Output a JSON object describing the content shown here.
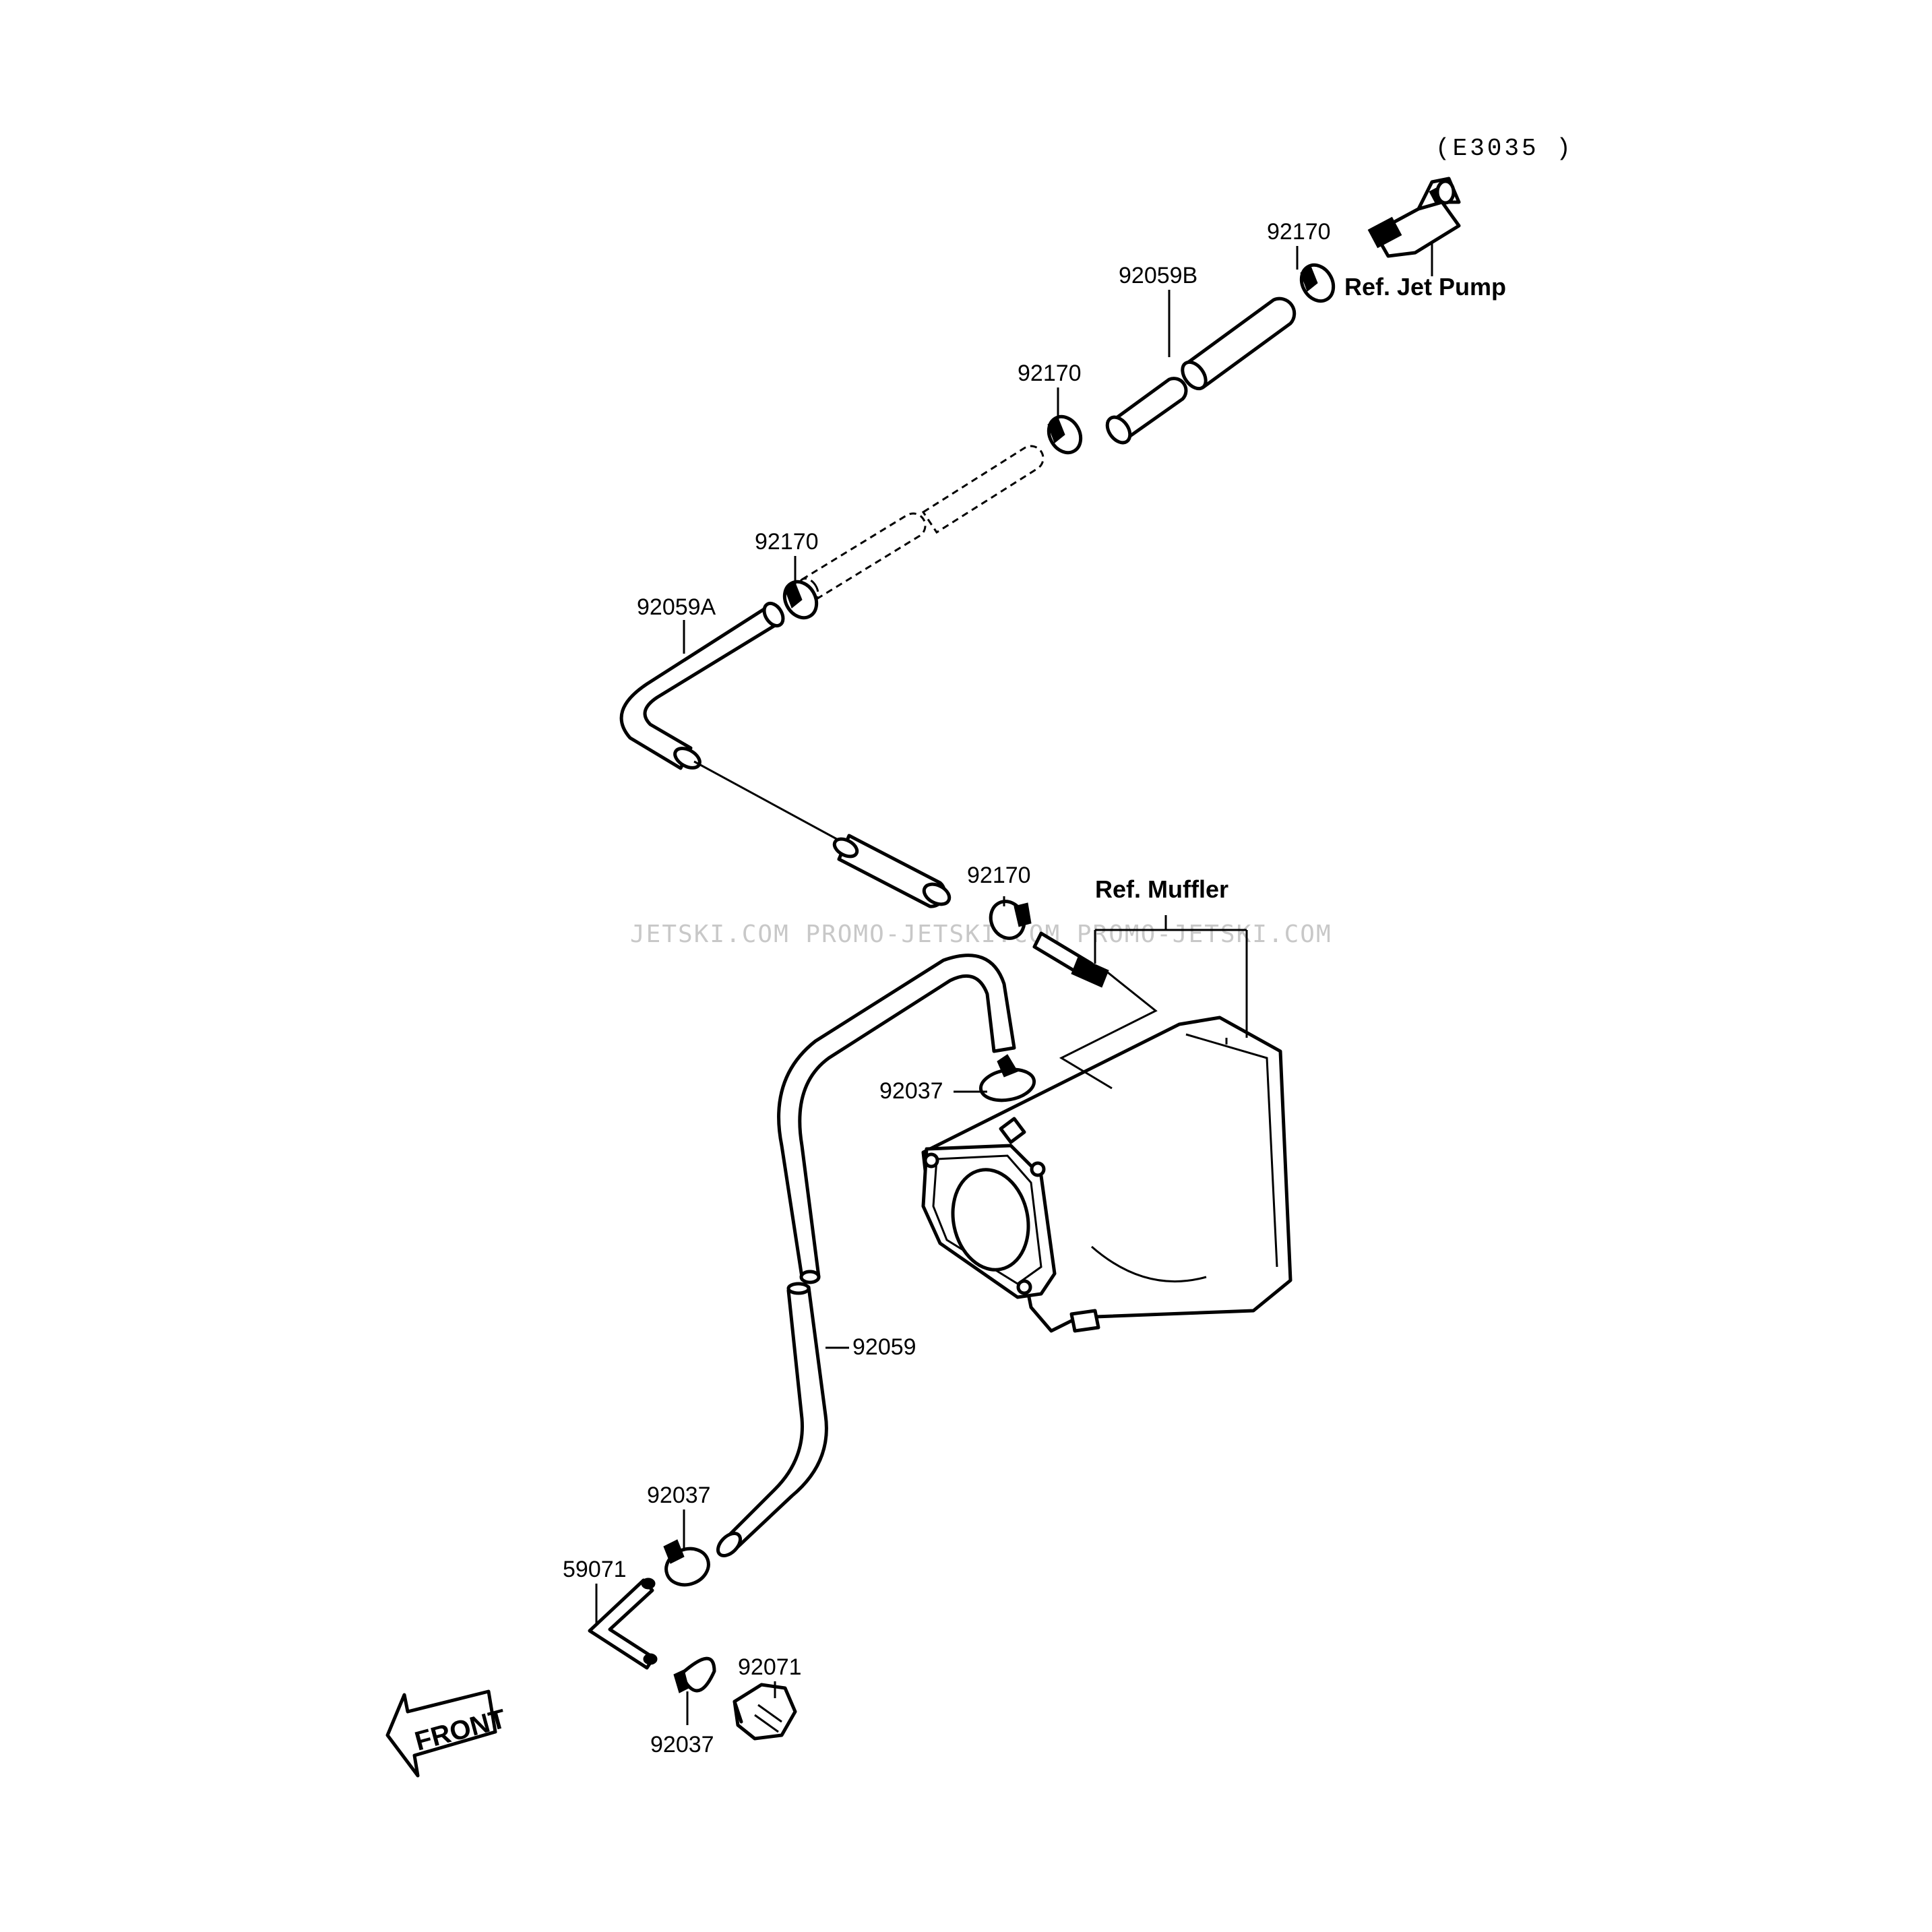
{
  "diagram_code": "(E3035  )",
  "ref_labels": {
    "jet_pump": "Ref. Jet Pump",
    "muffler": "Ref. Muffler"
  },
  "part_labels": {
    "clamp_top": "92170",
    "hose_b": "92059B",
    "clamp_second": "92170",
    "clamp_third": "92170",
    "hose_a": "92059A",
    "clamp_fourth": "92170",
    "clamp_muffler": "92037",
    "hose_main": "92059",
    "clamp_lower": "92037",
    "pipe": "59071",
    "cap": "92071",
    "clamp_bottom": "92037"
  },
  "watermark": "JETSKI.COM   PROMO-JETSKI.COM   PROMO-JETSKI.COM",
  "front_label": "FRONT"
}
